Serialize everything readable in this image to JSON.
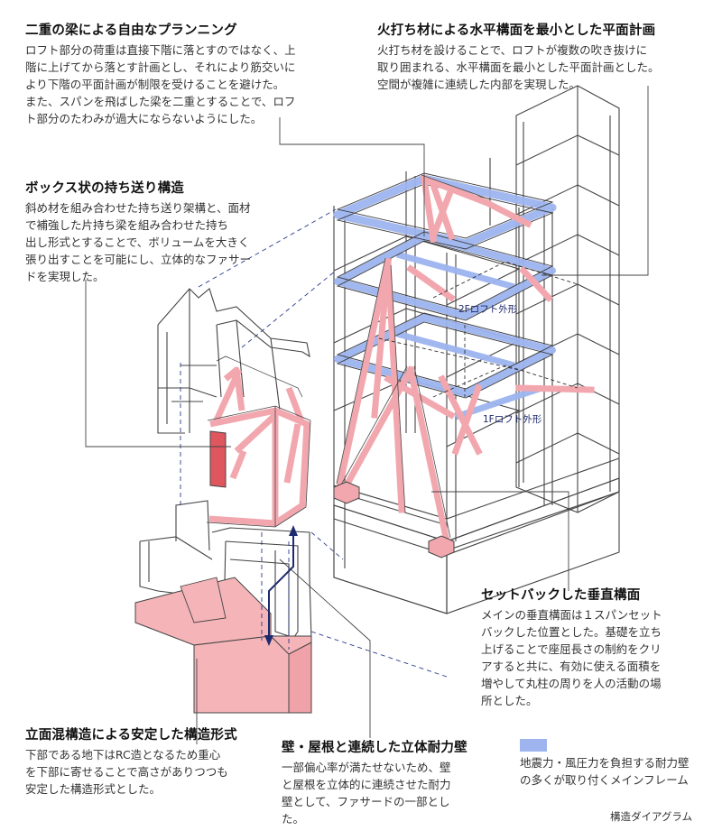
{
  "notes": {
    "double_beam": {
      "title": "二重の梁による自由なプランニング",
      "lines": [
        "ロフト部分の荷重は直接下階に落とすのではなく、上",
        "階に上げてから落とす計画とし、それにより筋交いに",
        "より下階の平面計画が制限を受けることを避けた。",
        "また、スパンを飛ばした梁を二重とすることで、ロフ",
        "ト部分のたわみが過大にならないようにした。"
      ]
    },
    "fire_brace": {
      "title": "火打ち材による水平構面を最小とした平面計画",
      "lines": [
        "火打ち材を設けることで、ロフトが複数の吹き抜けに",
        "取り囲まれる、水平構面を最小とした平面計画とした。",
        "空間が複雑に連続した内部を実現した。"
      ]
    },
    "box_cantilever": {
      "title": "ボックス状の持ち送り構造",
      "lines": [
        "斜め材を組み合わせた持ち送り架構と、面材",
        "で補強した片持ち梁を組み合わせた持ち",
        "出し形式とすることで、ボリュームを大きく",
        "張り出すことを可能にし、立体的なファサー",
        "ドを実現した。"
      ]
    },
    "setback": {
      "title": "セットバックした垂直構面",
      "lines": [
        "メインの垂直構面は１スパンセット",
        "バックした位置とした。基礎を立ち",
        "上げることで座屈長さの制約をクリ",
        "アすると共に、有効に使える面積を",
        "増やして丸柱の周りを人の活動の場",
        "所とした。"
      ]
    },
    "mixed": {
      "title": "立面混構造による安定した構造形式",
      "lines": [
        "下部である地下はRC造となるため重心",
        "を下部に寄せることで高さがありつつも",
        "安定した構造形式とした。"
      ]
    },
    "wall_roof": {
      "title": "壁・屋根と連続した立体耐力壁",
      "lines": [
        "一部偏心率が満たせないため、壁",
        "と屋根を立体的に連続させた耐力",
        "壁として、ファサードの一部とし",
        "た。"
      ]
    }
  },
  "labels": {
    "loft_2f": "2Fロフト外形",
    "loft_1f": "1Fロフト外形"
  },
  "legend": {
    "lines": [
      "地震力・風圧力を負担する耐力壁",
      "の多くが取り付くメインフレーム"
    ],
    "swatch_color": "#9db4ef"
  },
  "caption": "構造ダイアグラム",
  "colors": {
    "main_frame_blue": "#9db4ef",
    "brace_pink": "#f2a7ae",
    "wall_pink": "#f4b4b8",
    "wall_red": "#e0565e",
    "line_dark": "#444444",
    "arrow_navy": "#1e2a6e"
  }
}
